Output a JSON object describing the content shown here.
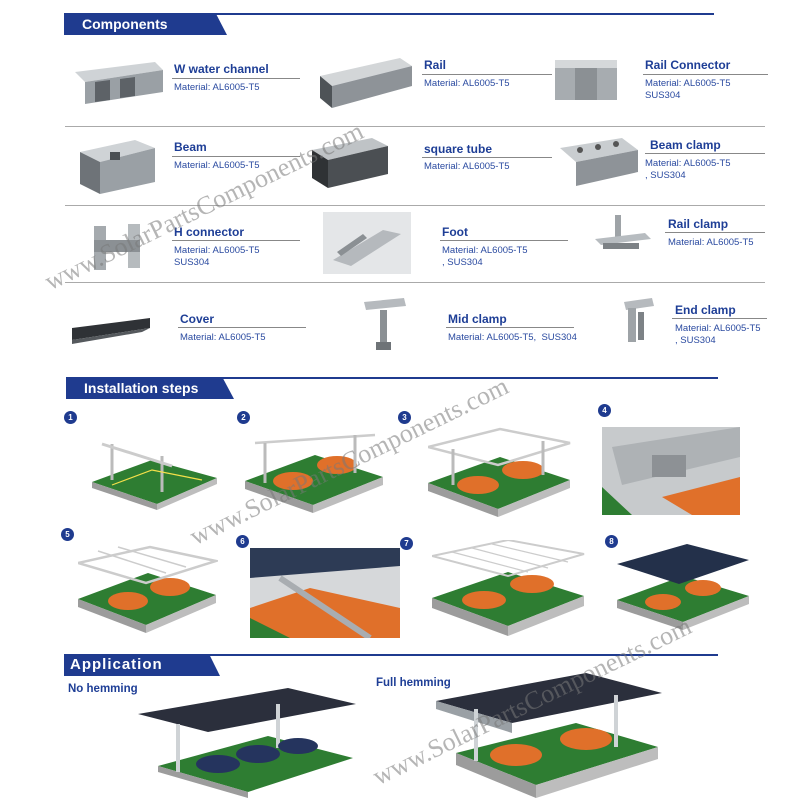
{
  "sections": {
    "components": "Components",
    "installation": "Installation steps",
    "application": "Application"
  },
  "components": [
    {
      "name": "W  water channel",
      "material": "Material: AL6005-T5"
    },
    {
      "name": "Rail",
      "material": "Material: AL6005-T5"
    },
    {
      "name": "Rail Connector",
      "material": "Material: AL6005-T5\nSUS304"
    },
    {
      "name": "Beam",
      "material": "Material: AL6005-T5"
    },
    {
      "name": "square tube",
      "material": "Material: AL6005-T5"
    },
    {
      "name": "Beam clamp",
      "material": "Material: AL6005-T5\n, SUS304"
    },
    {
      "name": "H connector",
      "material": "Material: AL6005-T5\nSUS304"
    },
    {
      "name": "Foot",
      "material": "Material: AL6005-T5\n, SUS304"
    },
    {
      "name": "Rail clamp",
      "material": "Material: AL6005-T5"
    },
    {
      "name": "Cover",
      "material": "Material: AL6005-T5"
    },
    {
      "name": "Mid clamp",
      "material": "Material: AL6005-T5,  SUS304"
    },
    {
      "name": "End clamp",
      "material": "Material: AL6005-T5\n, SUS304"
    }
  ],
  "steps": [
    "1",
    "2",
    "3",
    "4",
    "5",
    "6",
    "7",
    "8"
  ],
  "application": {
    "no_hemming": "No hemming",
    "full_hemming": "Full hemming"
  },
  "watermark": "www.SolarPartsComponents.com",
  "colors": {
    "accent": "#1f3b8f",
    "ground": "#2e7d32",
    "car": "#e0702a"
  }
}
